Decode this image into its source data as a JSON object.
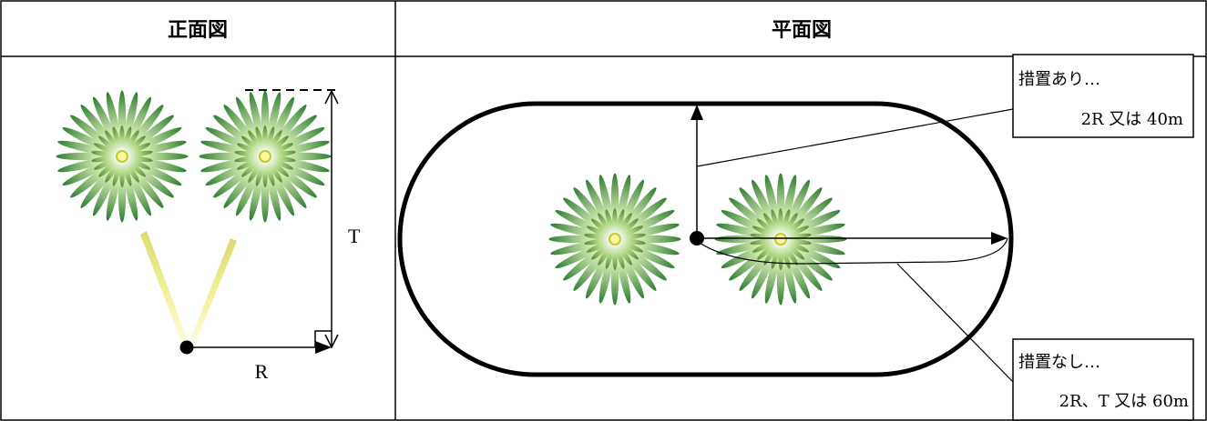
{
  "table": {
    "left_header": "正面図",
    "right_header": "平面図"
  },
  "front_view": {
    "label_t": "T",
    "label_r": "R"
  },
  "plan_view": {
    "with_measures": {
      "title": "措置あり…",
      "value": "2R 又は 40m"
    },
    "without_measures": {
      "title": "措置なし…",
      "value": "2R、T 又は 60m"
    }
  },
  "colors": {
    "dark_green": "#2e7d32",
    "light_green": "#9ccc65",
    "pale_yellow": "#e6e67a",
    "line": "#000000"
  }
}
